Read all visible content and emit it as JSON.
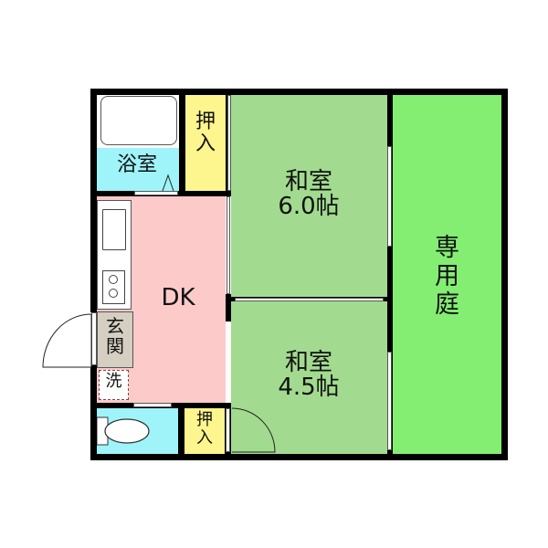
{
  "floor_plan": {
    "colors": {
      "wall": "#000000",
      "bath": "#9ef4f9",
      "closet": "#fdf58d",
      "dk": "#fdcaca",
      "washitsu": "#a2db8f",
      "garden": "#84ee72",
      "entrance": "#d4cfc1",
      "toilet": "#9ef4f9"
    },
    "rooms": {
      "bath": {
        "label": "浴室"
      },
      "closet_top": {
        "label_line1": "押",
        "label_line2": "入"
      },
      "closet_bottom": {
        "label_line1": "押",
        "label_line2": "入"
      },
      "dk": {
        "label": "DK"
      },
      "washitsu_large": {
        "label": "和室",
        "size": "6.0帖"
      },
      "washitsu_small": {
        "label": "和室",
        "size": "4.5帖"
      },
      "garden": {
        "label_line1": "専",
        "label_line2": "用",
        "label_line3": "庭"
      },
      "entrance": {
        "label_line1": "玄",
        "label_line2": "関"
      },
      "washer": {
        "label": "洗"
      },
      "toilet": {
        "label": ""
      }
    }
  }
}
